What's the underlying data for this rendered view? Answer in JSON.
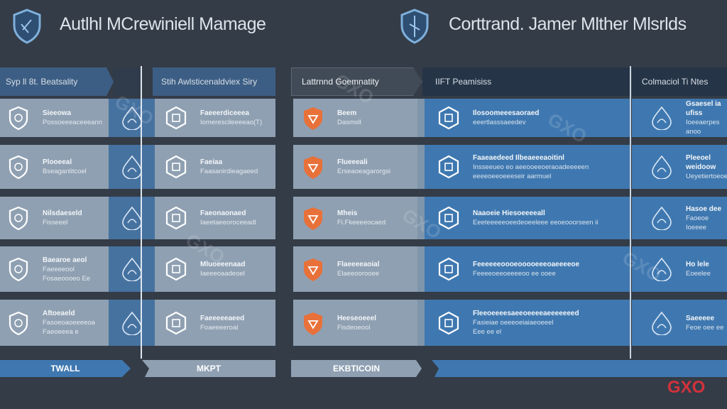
{
  "header": {
    "left_title": "Autlhl MCrewiniell Mamage",
    "right_title": "Corttrand. Jamer Mlther Mlsrlds"
  },
  "columns": [
    {
      "label": "Syp ll 8t. Beatsality"
    },
    {
      "label": "Stih Awlsticenaldviex Siry"
    },
    {
      "label": "Lattrnnd Goemnatity"
    },
    {
      "label": "IIFT Peamisiss"
    },
    {
      "label": "Colmaciol Ti Ntes"
    }
  ],
  "rows": [
    {
      "c1": [
        "Sieeowa",
        "Possoeeeaceeeann"
      ],
      "c2": [
        "Faeeerdiceeea",
        "Iomerescileeeeao(T)"
      ],
      "c3": [
        "Beem",
        "Dasmsll"
      ],
      "c4": [
        "Ilosoomeeesaoraed",
        "eeertlasssaeedev"
      ],
      "c5": [
        "Gsaesel ia ufiss",
        "Ioeeaerpes anoo"
      ]
    },
    {
      "c1": [
        "Plooeeal",
        "Bseaganlitcoel"
      ],
      "c2": [
        "Faeiaa",
        "Faasanirdieagaeed"
      ],
      "c3": [
        "Flueeeali",
        "Erseaoeagarorgsi"
      ],
      "c4": [
        "Faaeaedeed Ilbeaeeeaoitinl",
        "Insseeueo eo aeeooeeoeraoadeeeeen eeeeoeeoeeeseir aarmuel"
      ],
      "c5": [
        "Pleeoel weidoow",
        "Ueyetiertoeoeeeec"
      ]
    },
    {
      "c1": [
        "Nilsdaeseld",
        "Fisseeel"
      ],
      "c2": [
        "Faeonaonaed",
        "Iaeetaeeoroceeadl"
      ],
      "c3": [
        "Mheis",
        "Fi.Fkeeeeocaed"
      ],
      "c4": [
        "Naaoeie Hiesoeeeeall",
        "Eeeteeeeeoeedeoeeleee eeoeooorseen ii"
      ],
      "c5": [
        "Hasoe dee",
        "Faoeoe Ioeeee"
      ]
    },
    {
      "c1": [
        "Baearoe aeol",
        "Faeeeeool",
        "Fosaeoooeo Ee"
      ],
      "c2": [
        "Mluoeeenaad",
        "Iaeeeoaadeoel"
      ],
      "c3": [
        "Flaeeeeaoial",
        "Elaeeoorooee"
      ],
      "c4": [
        "Feeeeeeoooeooooeeeoaeeeeoe",
        "Feeeeoeeoeeeeoo ee ooee"
      ],
      "c5": [
        "Ho lele",
        "Eoeelee"
      ]
    },
    {
      "c1": [
        "Aftoeaeld",
        "Fasoeoaoeeeeoa",
        "Faeoeeea e"
      ],
      "c2": [
        "Faeeeeeaeed",
        "Foaeeeeroal"
      ],
      "c3": [
        "Heeseoeeel",
        "Fisdeoeool"
      ],
      "c4": [
        "Fleeoeeeesaeeoeeeeaeeeeeeed",
        "Fasieiae oeeeoeiaiaeoeeel",
        "Eee ee el"
      ],
      "c5": [
        "Saeeeee",
        "Feoe oee ee"
      ]
    }
  ],
  "footer": {
    "step1": "TWALL",
    "step2": "MKPT",
    "step3": "EKBTICOIN",
    "step4": ""
  },
  "watermark": "GXO",
  "colors": {
    "accent": "#3f78b0",
    "orange": "#e8713a",
    "brand_red": "#d2323c"
  }
}
